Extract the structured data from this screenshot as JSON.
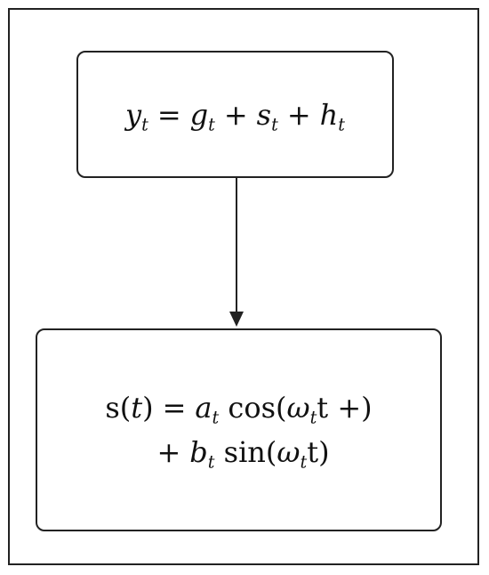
{
  "diagram": {
    "nodes": [
      {
        "id": "decomposition",
        "lines": [
          [
            {
              "t": "y",
              "v": true
            },
            {
              "sub": "t"
            },
            {
              "t": "=",
              "op": true
            },
            {
              "t": "g",
              "v": true
            },
            {
              "sub": "t"
            },
            {
              "t": "+",
              "op": true
            },
            {
              "t": "s",
              "v": true
            },
            {
              "sub": "t"
            },
            {
              "t": "+",
              "op": true
            },
            {
              "t": "h",
              "v": true
            },
            {
              "sub": "t"
            }
          ]
        ]
      },
      {
        "id": "seasonality",
        "lines": [
          [
            {
              "t": "s("
            },
            {
              "t": "t",
              "v": true
            },
            {
              "t": ")"
            },
            {
              "t": "=",
              "op": true
            },
            {
              "t": "a",
              "v": true
            },
            {
              "sub": "t"
            },
            {
              "t": " cos("
            },
            {
              "t": "ω",
              "v": true
            },
            {
              "sub": "t"
            },
            {
              "t": "t +)"
            }
          ],
          [
            {
              "t": "+",
              "op": true
            },
            {
              "t": "b",
              "v": true
            },
            {
              "sub": "t"
            },
            {
              "t": " sin("
            },
            {
              "t": "ω",
              "v": true
            },
            {
              "sub": "t"
            },
            {
              "t": "t)"
            }
          ]
        ]
      }
    ],
    "edges": [
      {
        "from": "decomposition",
        "to": "seasonality"
      }
    ]
  }
}
